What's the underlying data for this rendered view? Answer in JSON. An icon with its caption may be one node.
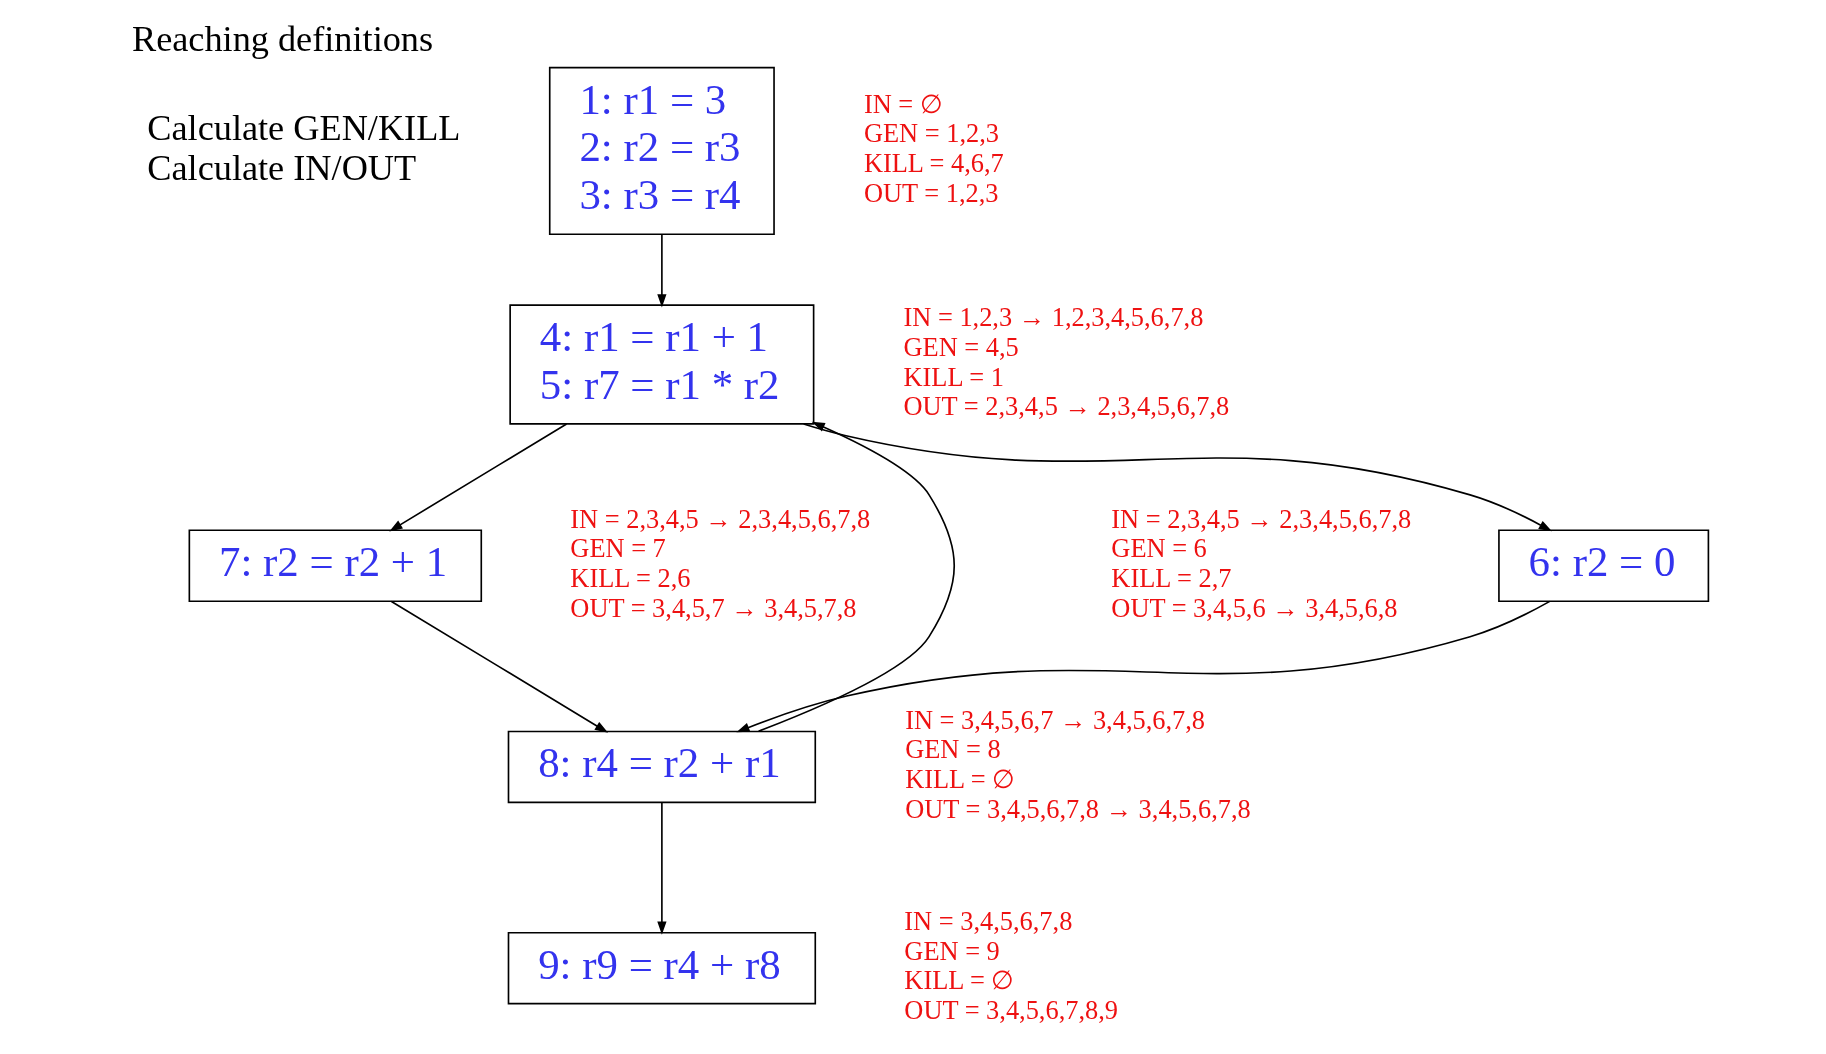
{
  "diagram": {
    "title": "Reaching definitions",
    "nodes": [
      {
        "text": [
          "1: r1 = 3",
          "2: r2 = r3",
          "3: r3 = r4"
        ],
        "beside": [
          "IN = ∅",
          "GEN = 1,2,3",
          "KILL = 4,6,7",
          "OUT = 1,2,3"
        ]
      },
      {
        "text": [
          "4: r1 = r1 + 1",
          "5: r7 = r1 * r2"
        ],
        "beside": [
          "IN = 1,2,3 → 1,2,3,4,5,6,7,8",
          "GEN = 4,5",
          "KILL = 1",
          "OUT = 2,3,4,5 → 2,3,4,5,6,7,8"
        ]
      },
      {
        "text": [
          "6: r2 = 0"
        ],
        "beside": [
          "IN = 2,3,4,5 → 2,3,4,5,6,7,8",
          "GEN = 6",
          "KILL = 2,7",
          "OUT = 3,4,5,6 → 3,4,5,6,8"
        ]
      },
      {
        "text": [
          "7: r2 = r2 + 1"
        ],
        "beside": [
          "IN = 2,3,4,5 → 2,3,4,5,6,7,8",
          "GEN = 7",
          "KILL = 2,6",
          "OUT = 3,4,5,7 → 3,4,5,7,8"
        ]
      },
      {
        "text": [
          "8: r4 = r2 + r1"
        ],
        "beside": [
          "IN = 3,4,5,6,7 → 3,4,5,6,7,8",
          "GEN = 8",
          "KILL = ∅",
          "OUT = 3,4,5,6,7,8 → 3,4,5,6,7,8"
        ]
      },
      {
        "text": [
          "9: r9 = r4 + r8"
        ],
        "beside": [
          "IN = 3,4,5,6,7,8",
          "GEN = 9",
          "KILL = ∅",
          "OUT = 3,4,5,6,7,8,9"
        ]
      }
    ],
    "edges": [
      {
        "from": 0,
        "to": 1,
        "arrow": "to"
      },
      {
        "from": 1,
        "to": 2,
        "arrow": "to"
      },
      {
        "from": 1,
        "to": 3,
        "arrow": "to"
      },
      {
        "from": 2,
        "to": 4,
        "arrow": "to"
      },
      {
        "from": 3,
        "to": 4,
        "arrow": "to"
      },
      {
        "from": 4,
        "to": 1,
        "arrow": "to"
      },
      {
        "from": 4,
        "to": 5,
        "arrow": "to"
      }
    ],
    "labels": [
      "Calculate GEN/KILL",
      "Calculate IN/OUT"
    ]
  }
}
